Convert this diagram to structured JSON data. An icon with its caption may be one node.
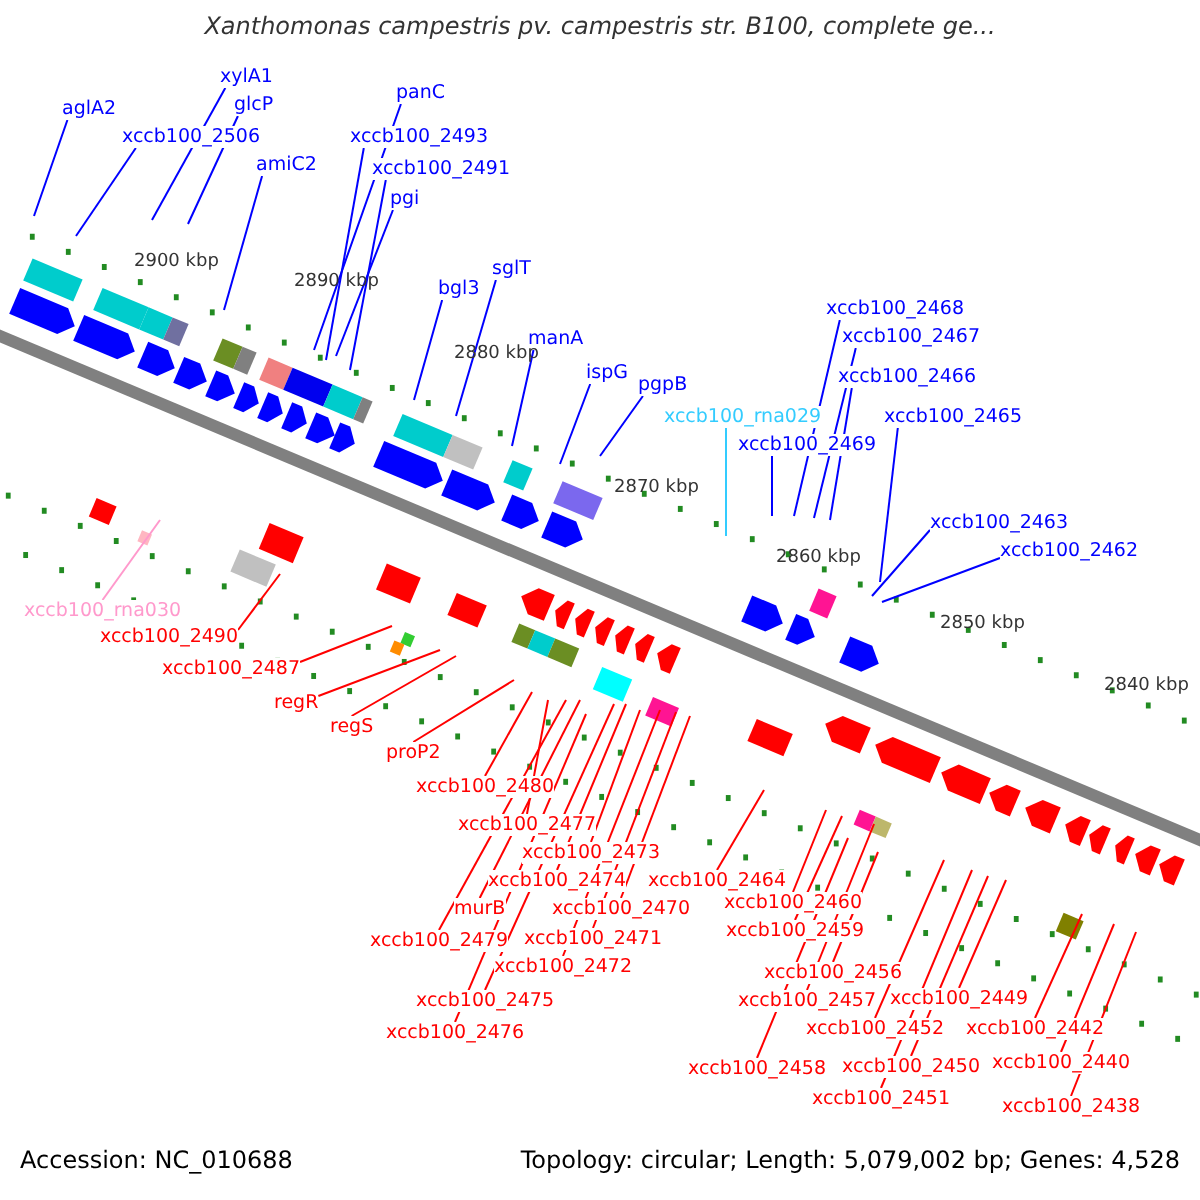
{
  "diagram": {
    "title": "Xanthomonas campestris pv. campestris str. B100, complete ge...",
    "nodes": [
      {
        "text": [
          "aglA2"
        ]
      },
      {
        "text": [
          "xylA1"
        ]
      },
      {
        "text": [
          "xccb100_2506"
        ]
      },
      {
        "text": [
          "glcP"
        ]
      },
      {
        "text": [
          "amiC2"
        ]
      },
      {
        "text": [
          "panC"
        ]
      },
      {
        "text": [
          "xccb100_2493"
        ]
      },
      {
        "text": [
          "xccb100_2491"
        ]
      },
      {
        "text": [
          "pgi"
        ]
      },
      {
        "text": [
          "bgl3"
        ]
      },
      {
        "text": [
          "sglT"
        ]
      },
      {
        "text": [
          "manA"
        ]
      },
      {
        "text": [
          "ispG"
        ]
      },
      {
        "text": [
          "pgpB"
        ]
      },
      {
        "text": [
          "xccb100_rna029"
        ]
      },
      {
        "text": [
          "xccb100_2469"
        ]
      },
      {
        "text": [
          "xccb100_2468"
        ]
      },
      {
        "text": [
          "xccb100_2467"
        ]
      },
      {
        "text": [
          "xccb100_2466"
        ]
      },
      {
        "text": [
          "xccb100_2465"
        ]
      },
      {
        "text": [
          "xccb100_2463"
        ]
      },
      {
        "text": [
          "xccb100_2462"
        ]
      },
      {
        "text": [
          "xccb100_rna030"
        ]
      },
      {
        "text": [
          "xccb100_2490"
        ]
      },
      {
        "text": [
          "xccb100_2487"
        ]
      },
      {
        "text": [
          "regR"
        ]
      },
      {
        "text": [
          "regS"
        ]
      },
      {
        "text": [
          "proP2"
        ]
      },
      {
        "text": [
          "xccb100_2480"
        ]
      },
      {
        "text": [
          "xccb100_2477"
        ]
      },
      {
        "text": [
          "xccb100_2473"
        ]
      },
      {
        "text": [
          "xccb100_2474"
        ]
      },
      {
        "text": [
          "xccb100_2464"
        ]
      },
      {
        "text": [
          "murB"
        ]
      },
      {
        "text": [
          "xccb100_2470"
        ]
      },
      {
        "text": [
          "xccb100_2460"
        ]
      },
      {
        "text": [
          "xccb100_2479"
        ]
      },
      {
        "text": [
          "xccb100_2471"
        ]
      },
      {
        "text": [
          "xccb100_2459"
        ]
      },
      {
        "text": [
          "xccb100_2472"
        ]
      },
      {
        "text": [
          "xccb100_2456"
        ]
      },
      {
        "text": [
          "xccb100_2475"
        ]
      },
      {
        "text": [
          "xccb100_2457"
        ]
      },
      {
        "text": [
          "xccb100_2449"
        ]
      },
      {
        "text": [
          "xccb100_2452"
        ]
      },
      {
        "text": [
          "xccb100_2442"
        ]
      },
      {
        "text": [
          "xccb100_2476"
        ]
      },
      {
        "text": [
          "xccb100_2458"
        ]
      },
      {
        "text": [
          "xccb100_2450"
        ]
      },
      {
        "text": [
          "xccb100_2440"
        ]
      },
      {
        "text": [
          "xccb100_2451"
        ]
      },
      {
        "text": [
          "xccb100_2438"
        ]
      }
    ],
    "edges": [
      {
        "from": 0,
        "to": null,
        "arrow": "none",
        "color": "#0000ff"
      },
      {
        "from": 1,
        "to": null,
        "arrow": "none",
        "color": "#0000ff"
      },
      {
        "from": 2,
        "to": null,
        "arrow": "none",
        "color": "#0000ff"
      },
      {
        "from": 3,
        "to": null,
        "arrow": "none",
        "color": "#0000ff"
      },
      {
        "from": 4,
        "to": null,
        "arrow": "none",
        "color": "#0000ff"
      },
      {
        "from": 5,
        "to": null,
        "arrow": "none",
        "color": "#0000ff"
      },
      {
        "from": 6,
        "to": null,
        "arrow": "none",
        "color": "#0000ff"
      },
      {
        "from": 7,
        "to": null,
        "arrow": "none",
        "color": "#0000ff"
      },
      {
        "from": 8,
        "to": null,
        "arrow": "none",
        "color": "#0000ff"
      },
      {
        "from": 9,
        "to": null,
        "arrow": "none",
        "color": "#0000ff"
      },
      {
        "from": 10,
        "to": null,
        "arrow": "none",
        "color": "#0000ff"
      },
      {
        "from": 11,
        "to": null,
        "arrow": "none",
        "color": "#0000ff"
      },
      {
        "from": 12,
        "to": null,
        "arrow": "none",
        "color": "#0000ff"
      },
      {
        "from": 13,
        "to": null,
        "arrow": "none",
        "color": "#0000ff"
      },
      {
        "from": 14,
        "to": null,
        "arrow": "none",
        "color": "#33ccff"
      },
      {
        "from": 15,
        "to": null,
        "arrow": "none",
        "color": "#0000ff"
      },
      {
        "from": 16,
        "to": null,
        "arrow": "none",
        "color": "#0000ff"
      },
      {
        "from": 17,
        "to": null,
        "arrow": "none",
        "color": "#0000ff"
      },
      {
        "from": 18,
        "to": null,
        "arrow": "none",
        "color": "#0000ff"
      },
      {
        "from": 19,
        "to": null,
        "arrow": "none",
        "color": "#0000ff"
      },
      {
        "from": 20,
        "to": null,
        "arrow": "none",
        "color": "#0000ff"
      },
      {
        "from": 21,
        "to": null,
        "arrow": "none",
        "color": "#0000ff"
      },
      {
        "from": 22,
        "to": null,
        "arrow": "none",
        "color": "#ff99cc"
      },
      {
        "from": 23,
        "to": null,
        "arrow": "none"
      },
      {
        "from": 24,
        "to": null,
        "arrow": "none"
      },
      {
        "from": 25,
        "to": null,
        "arrow": "none"
      },
      {
        "from": 26,
        "to": null,
        "arrow": "none"
      },
      {
        "from": 27,
        "to": null,
        "arrow": "none"
      },
      {
        "from": 28,
        "to": null,
        "arrow": "none"
      },
      {
        "from": 29,
        "to": null,
        "arrow": "none"
      },
      {
        "from": 30,
        "to": null,
        "arrow": "none"
      },
      {
        "from": 31,
        "to": null,
        "arrow": "none"
      },
      {
        "from": 32,
        "to": null,
        "arrow": "none"
      },
      {
        "from": 33,
        "to": null,
        "arrow": "none"
      },
      {
        "from": 34,
        "to": null,
        "arrow": "none"
      },
      {
        "from": 35,
        "to": null,
        "arrow": "none"
      },
      {
        "from": 36,
        "to": null,
        "arrow": "none"
      },
      {
        "from": 37,
        "to": null,
        "arrow": "none"
      },
      {
        "from": 38,
        "to": null,
        "arrow": "none"
      },
      {
        "from": 39,
        "to": null,
        "arrow": "none"
      },
      {
        "from": 40,
        "to": null,
        "arrow": "none"
      },
      {
        "from": 41,
        "to": null,
        "arrow": "none"
      },
      {
        "from": 42,
        "to": null,
        "arrow": "none"
      },
      {
        "from": 43,
        "to": null,
        "arrow": "none"
      },
      {
        "from": 44,
        "to": null,
        "arrow": "none"
      },
      {
        "from": 45,
        "to": null,
        "arrow": "none"
      },
      {
        "from": 46,
        "to": null,
        "arrow": "none"
      },
      {
        "from": 47,
        "to": null,
        "arrow": "none"
      },
      {
        "from": 48,
        "to": null,
        "arrow": "none"
      },
      {
        "from": 49,
        "to": null,
        "arrow": "none"
      },
      {
        "from": 50,
        "to": null,
        "arrow": "none"
      },
      {
        "from": 51,
        "to": null,
        "arrow": "none"
      }
    ],
    "labels": [
      "2900 kbp",
      "2890 kbp",
      "2880 kbp",
      "2870 kbp",
      "2860 kbp",
      "2850 kbp",
      "2840 kbp",
      "Accession: NC_010688",
      "Topology: circular; Length: 5,079,002 bp; Genes: 4,528"
    ]
  }
}
